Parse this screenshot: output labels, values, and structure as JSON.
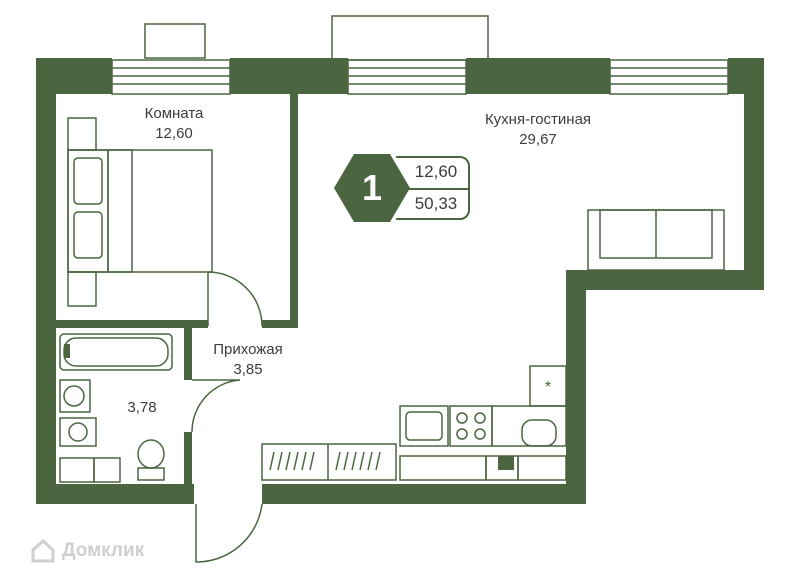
{
  "rooms": {
    "room": {
      "name": "Комната",
      "area": "12,60"
    },
    "kitchen": {
      "name": "Кухня-гостиная",
      "area": "29,67"
    },
    "hall": {
      "name": "Прихожая",
      "area": "3,85"
    },
    "bath": {
      "area": "3,78"
    }
  },
  "badge": {
    "rooms_count": "1",
    "living_area": "12,60",
    "total_area": "50,33"
  },
  "watermark": {
    "text": "Домклик"
  },
  "colors": {
    "wall": "#4a6540",
    "line": "#4a6540",
    "text": "#3c3c3c",
    "background": "#ffffff"
  }
}
